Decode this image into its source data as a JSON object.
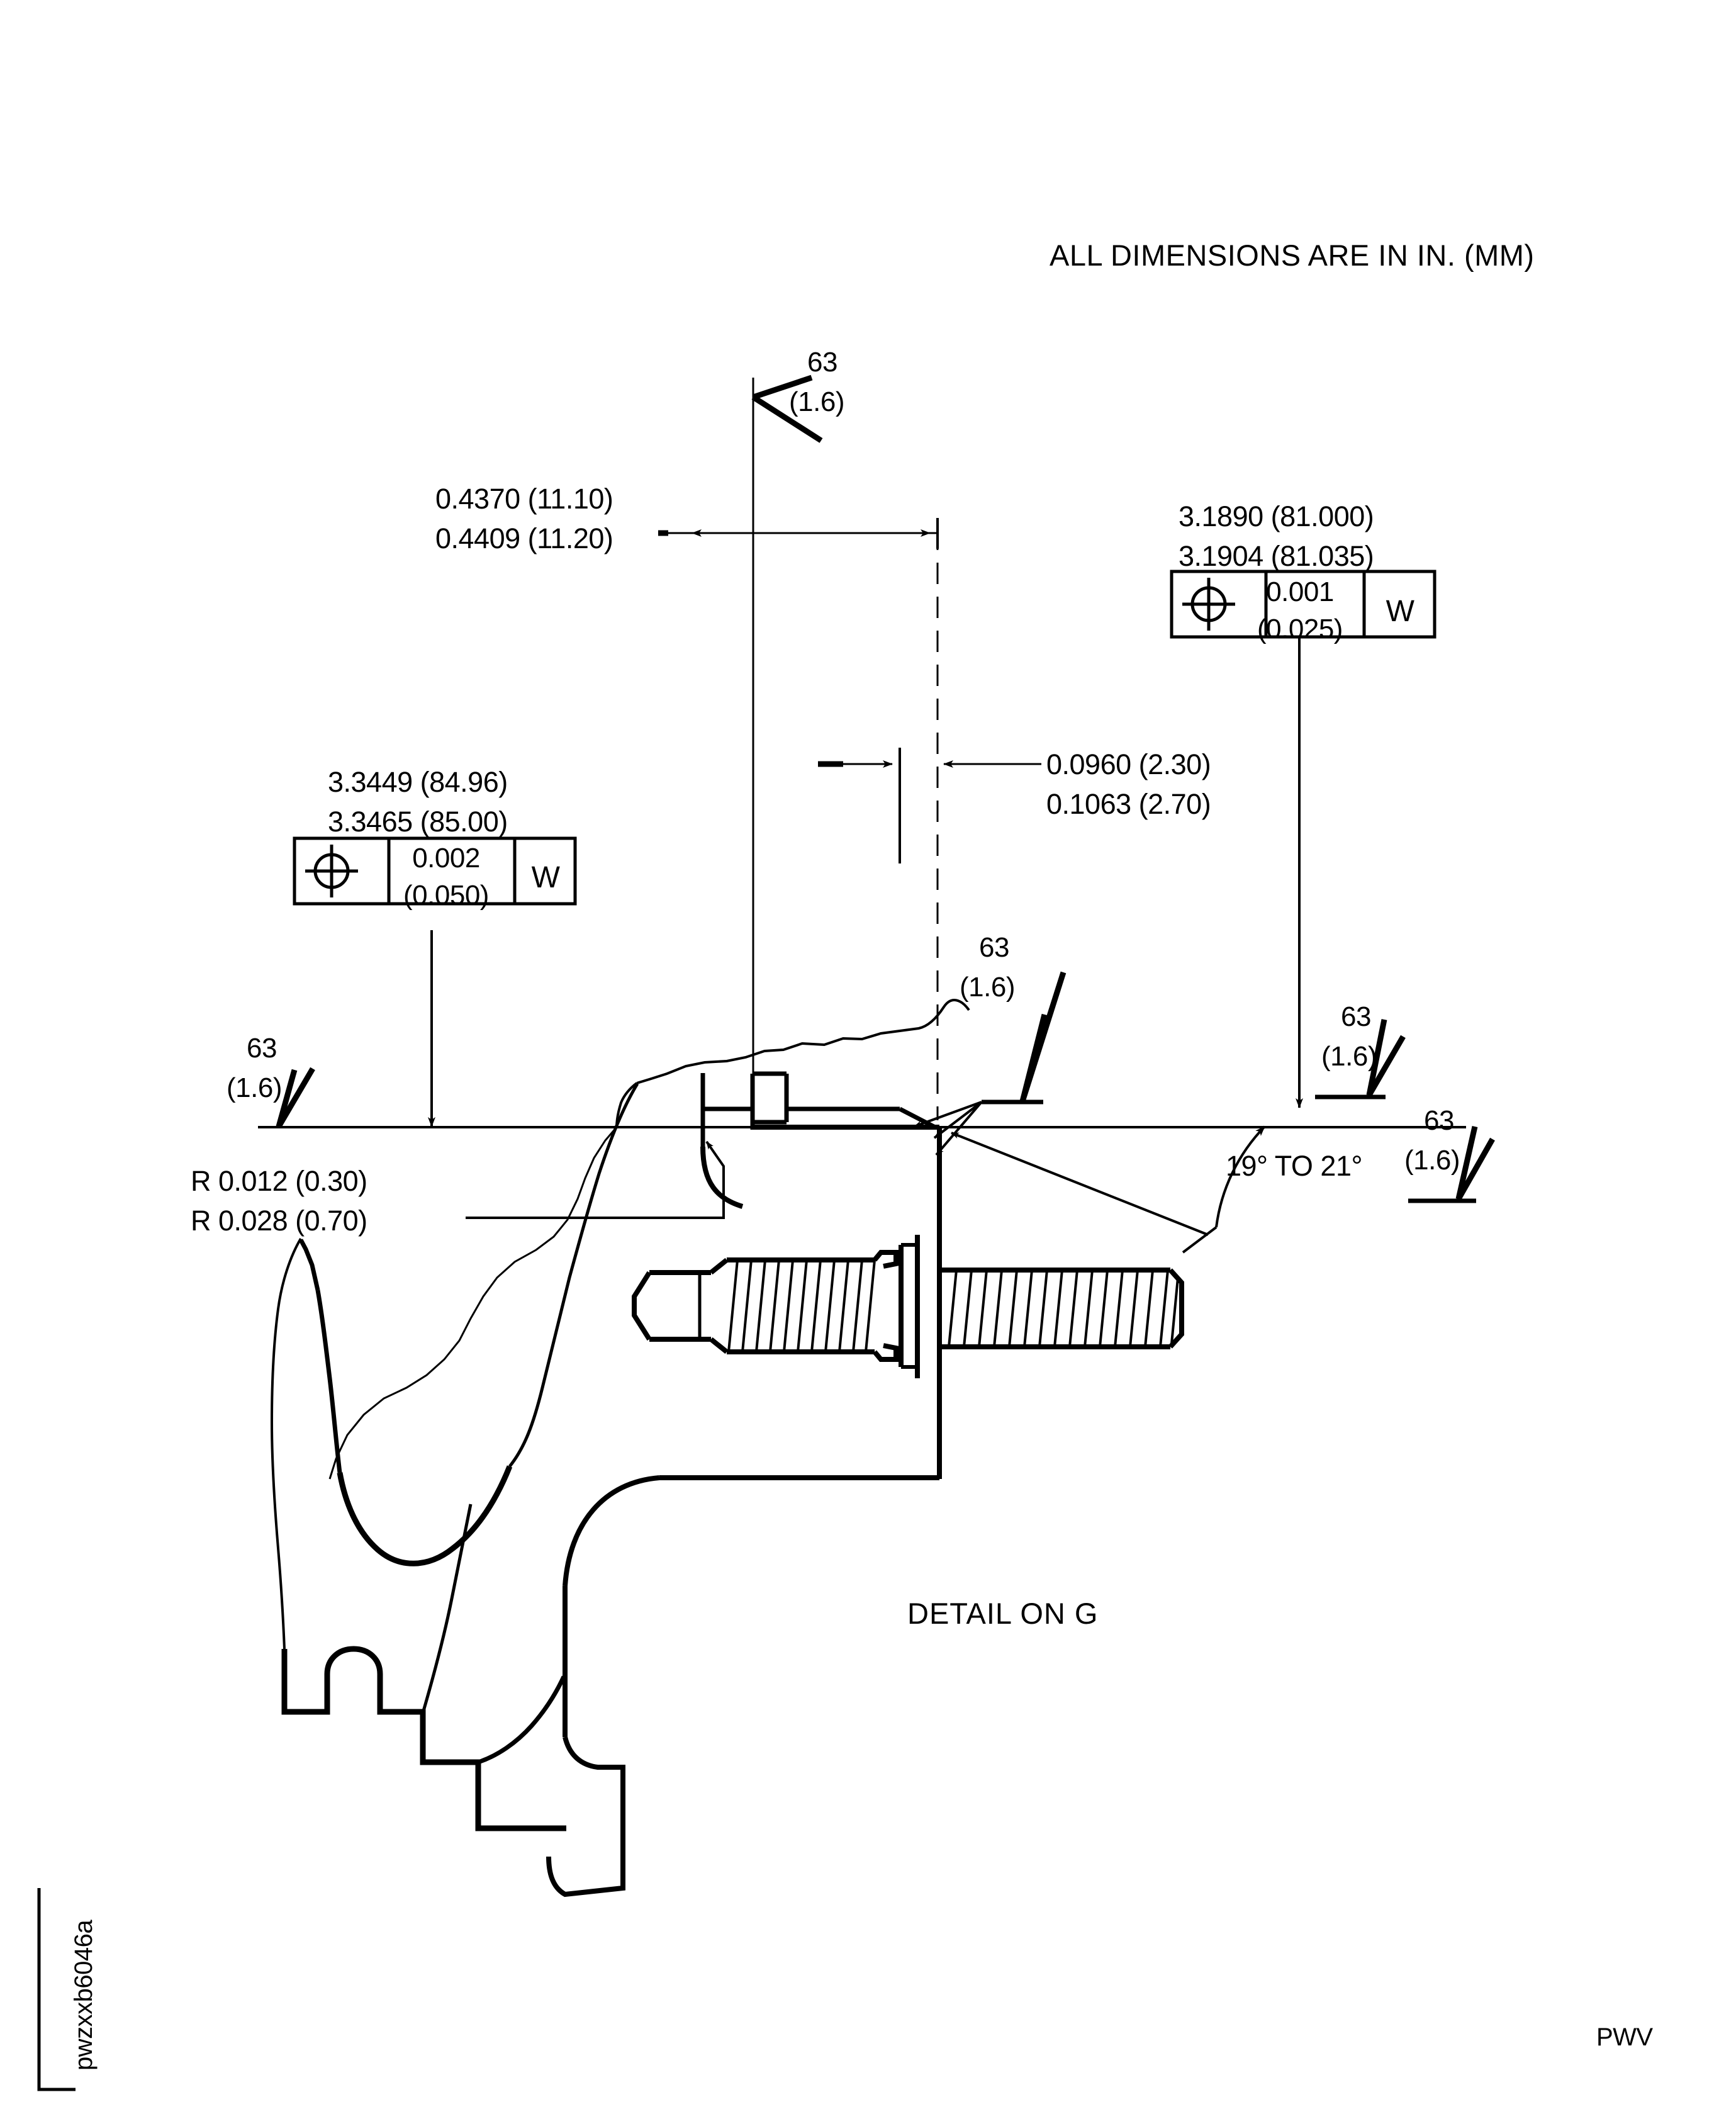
{
  "sheet": {
    "title_note": "ALL DIMENSIONS ARE IN IN. (MM)",
    "detail_label": "DETAIL ON G",
    "corner_code": "pwzxxb6046a",
    "corner_mark": "PWV",
    "background": "#ffffff",
    "ink": "#000000"
  },
  "dimensions": {
    "top_width": {
      "upper": "0.4370 (11.10)",
      "lower": "0.4409 (11.20)"
    },
    "step_width": {
      "upper": "0.0960 (2.30)",
      "lower": "0.1063 (2.70)"
    },
    "left_diameter": {
      "upper": "3.3449 (84.96)",
      "lower": "3.3465 (85.00)"
    },
    "right_diameter": {
      "upper": "3.1890 (81.000)",
      "lower": "3.1904 (81.035)"
    },
    "radius": {
      "upper": "R 0.012 (0.30)",
      "lower": "R 0.028 (0.70)"
    },
    "angle": "19° TO 21°"
  },
  "feature_control_frames": [
    {
      "id": "left-fcf",
      "symbol_name": "true-position-icon",
      "tolerance_upper": "0.002",
      "tolerance_lower": "(0.050)",
      "datum": "W"
    },
    {
      "id": "right-fcf",
      "symbol_name": "true-position-icon",
      "tolerance_upper": "0.001",
      "tolerance_lower": "(0.025)",
      "datum": "W"
    }
  ],
  "surface_finishes": [
    {
      "id": "sf-top",
      "roughness_in": "63",
      "roughness_mm": "(1.6)"
    },
    {
      "id": "sf-left",
      "roughness_in": "63",
      "roughness_mm": "(1.6)"
    },
    {
      "id": "sf-center",
      "roughness_in": "63",
      "roughness_mm": "(1.6)"
    },
    {
      "id": "sf-right-upper",
      "roughness_in": "63",
      "roughness_mm": "(1.6)"
    },
    {
      "id": "sf-right-lower",
      "roughness_in": "63",
      "roughness_mm": "(1.6)"
    }
  ]
}
